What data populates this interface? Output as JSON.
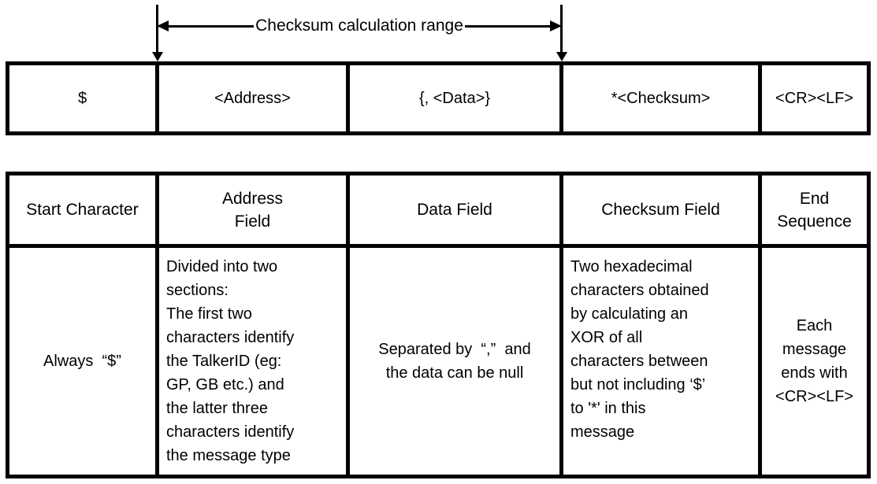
{
  "annotation": {
    "label": "Checksum calculation range"
  },
  "message_format": {
    "cells": [
      "$",
      "<Address>",
      "{,  <Data>}",
      "*<Checksum>",
      "<CR><LF>"
    ]
  },
  "table": {
    "headers": [
      "Start Character",
      "Address\nField",
      "Data Field",
      "Checksum Field",
      "End\nSequence"
    ],
    "row": [
      "Always  “$”",
      "Divided into two\nsections:\nThe first two\ncharacters identify\nthe TalkerID (eg:\nGP, GB etc.) and\nthe latter three\ncharacters identify\nthe message type",
      "Separated by  “,”  and\nthe data can be null",
      "Two hexadecimal\ncharacters obtained\nby calculating an\nXOR of all\ncharacters between\nbut not including ‘$’\nto '*' in this\nmessage",
      "Each\nmessage\nends with\n<CR><LF>"
    ]
  }
}
